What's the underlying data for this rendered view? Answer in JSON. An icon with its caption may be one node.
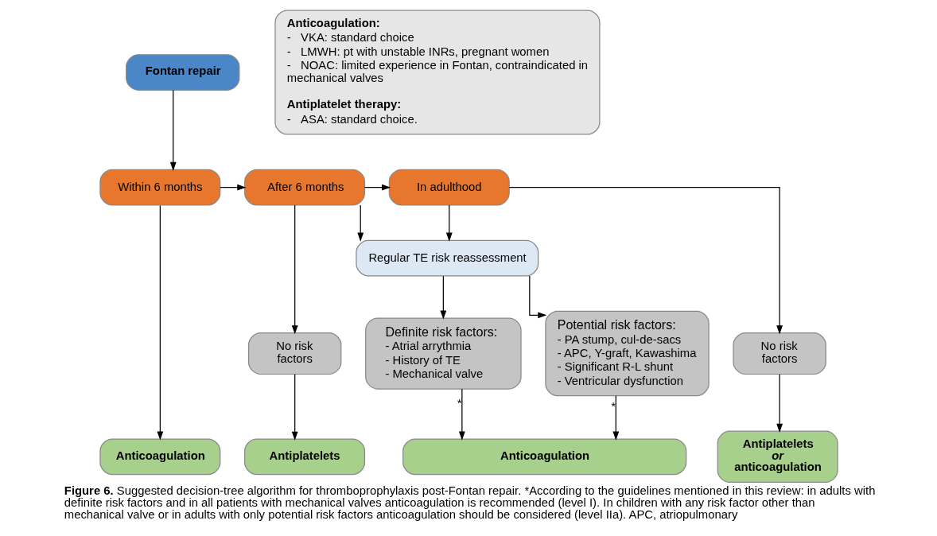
{
  "diagram": {
    "caption": "**Figure 6.** Suggested decision-tree algorithm for thromboprophylaxis post-Fontan repair. *According to the guidelines mentioned in this review: in adults with definite risk factors and in all patients with mechanical valves anticoagulation is recommended (level I). In children with any risk factor other than mechanical valve or in adults with only potential risk factors anticoagulation should be considered (level IIa). APC, atriopulmonary",
    "nodes": [
      {
        "text": [
          "**Anticoagulation:**",
          "-   VKA: standard choice",
          "-   LMWH: pt with unstable INRs, pregnant women",
          "-   NOAC: limited experience in Fontan, contraindicated in mechanical valves",
          "**Antiplatelet therapy:**",
          "-   ASA: standard choice."
        ]
      },
      {
        "text": [
          "Fontan repair"
        ]
      },
      {
        "text": [
          "Within 6 months"
        ]
      },
      {
        "text": [
          "After 6 months"
        ]
      },
      {
        "text": [
          "In adulthood"
        ]
      },
      {
        "text": [
          "Regular TE risk reassessment"
        ]
      },
      {
        "text": [
          "No risk factors"
        ]
      },
      {
        "text": [
          "Definite risk factors:",
          "- Atrial arrythmia",
          "- History of TE",
          "- Mechanical valve"
        ]
      },
      {
        "text": [
          "Potential risk factors:",
          "- PA stump, cul-de-sacs",
          "- APC, Y-graft, Kawashima",
          "- Significant R-L shunt",
          "- Ventricular dysfunction"
        ]
      },
      {
        "text": [
          "No risk factors"
        ]
      },
      {
        "text": [
          "Anticoagulation"
        ]
      },
      {
        "text": [
          "Antiplatelets"
        ]
      },
      {
        "text": [
          "Anticoagulation"
        ]
      },
      {
        "text": [
          "Antiplatelets *or* anticoagulation"
        ]
      }
    ],
    "edges": [
      {
        "from": 1,
        "to": 2,
        "arrow": "to"
      },
      {
        "from": 2,
        "to": 3,
        "arrow": "to"
      },
      {
        "from": 3,
        "to": 4,
        "arrow": "to"
      },
      {
        "from": 2,
        "to": 10,
        "arrow": "to"
      },
      {
        "from": 3,
        "to": 6,
        "arrow": "to"
      },
      {
        "from": 3,
        "to": 5,
        "arrow": "to"
      },
      {
        "from": 4,
        "to": 5,
        "arrow": "to"
      },
      {
        "from": 4,
        "to": 9,
        "arrow": "to"
      },
      {
        "from": 5,
        "to": 7,
        "arrow": "to"
      },
      {
        "from": 5,
        "to": 8,
        "arrow": "to"
      },
      {
        "from": 6,
        "to": 11,
        "arrow": "to"
      },
      {
        "from": 7,
        "to": 12,
        "arrow": "to",
        "label": "*"
      },
      {
        "from": 8,
        "to": 12,
        "arrow": "to",
        "label": "*"
      },
      {
        "from": 9,
        "to": 13,
        "arrow": "to"
      }
    ]
  }
}
